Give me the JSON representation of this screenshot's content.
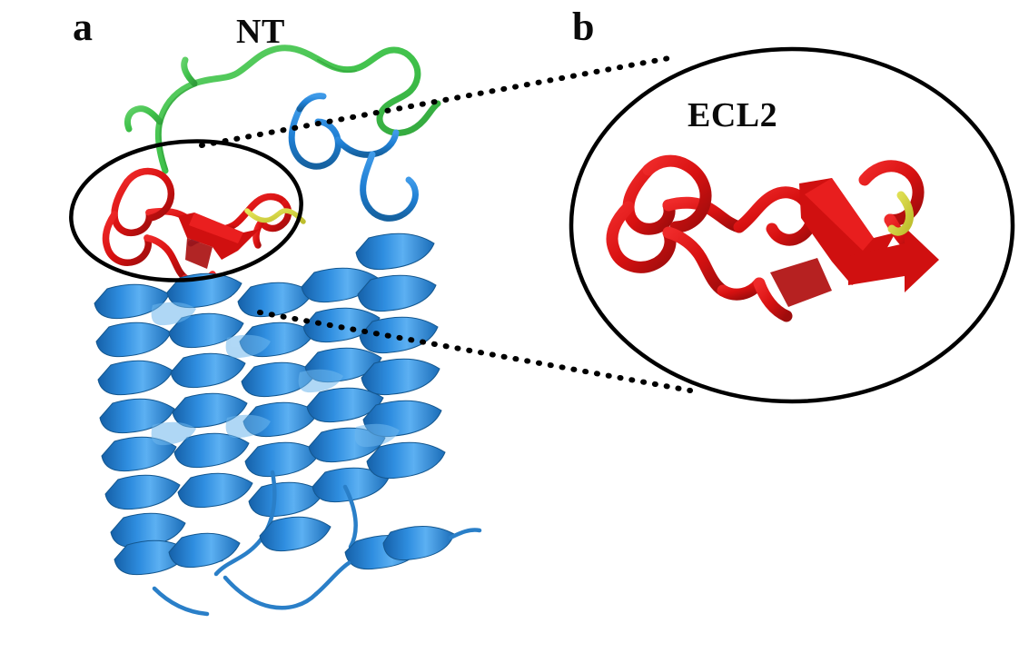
{
  "figure": {
    "kind": "protein-structure-cartoon",
    "background_color": "#ffffff",
    "panels": [
      {
        "id": "a",
        "label": "a",
        "description": "Full-length receptor cartoon: seven transmembrane helices with extracellular N-terminus and highlighted ECL2",
        "annotations": [
          {
            "id": "nt",
            "label": "NT",
            "meaning": "N-terminus",
            "color": "#3fc14a"
          }
        ],
        "highlight": {
          "shape": "ellipse",
          "name": "ecl2-highlight-ellipse",
          "stroke_color": "#000000"
        }
      },
      {
        "id": "b",
        "label": "b",
        "description": "Magnified inset of extracellular loop 2 showing the beta-hairpin and disulfide bond",
        "annotations": [
          {
            "id": "ecl2",
            "label": "ECL2",
            "meaning": "Extracellular loop 2",
            "color": "#d81111"
          }
        ],
        "frame": {
          "shape": "circle",
          "name": "magnifier-circle",
          "stroke_color": "#000000"
        }
      }
    ],
    "connector": {
      "name": "zoom-leader-lines",
      "style": "dotted",
      "color": "#000000",
      "count": 2
    },
    "colors": {
      "helix_blue": "#1f7fd4",
      "helix_blue_dark": "#1667ad",
      "helix_blue_light": "#4ba3ef",
      "loop_blue": "#1d6fc0",
      "nterm_green": "#4cc254",
      "nterm_green_dark": "#35a53f",
      "ecl2_red": "#d81111",
      "ecl2_red_dark": "#9d0c0c",
      "ecl2_red_light": "#ee2a2a",
      "disulfide_yellow": "#d6d63a",
      "outline_black": "#000000"
    }
  }
}
